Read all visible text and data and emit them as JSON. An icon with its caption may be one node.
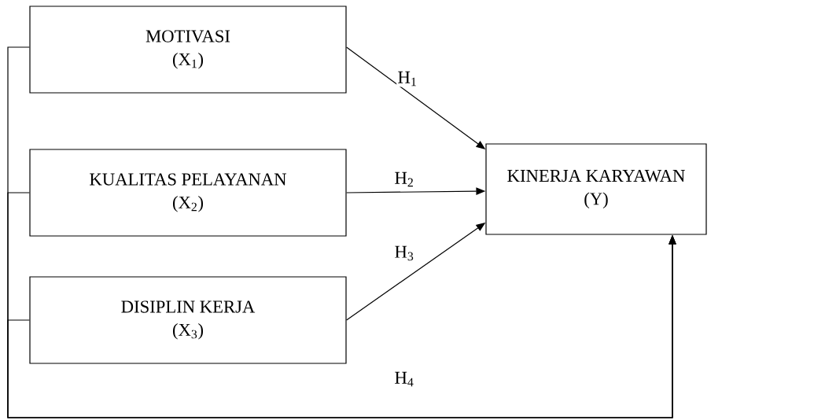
{
  "diagram": {
    "nodes": [
      {
        "text": [
          "MOTIVASI",
          "(X$_{1}$)"
        ]
      },
      {
        "text": [
          "KUALITAS PELAYANAN",
          "(X$_{2}$)"
        ]
      },
      {
        "text": [
          "DISIPLIN KERJA",
          "(X$_{3}$)"
        ]
      },
      {
        "text": [
          "KINERJA KARYAWAN",
          "(Y)"
        ]
      }
    ],
    "edges": [
      {
        "from": 0,
        "to": 3,
        "arrow": "to",
        "label": "H$_{1}$"
      },
      {
        "from": 1,
        "to": 3,
        "arrow": "to",
        "label": "H$_{2}$"
      },
      {
        "from": 2,
        "to": 3,
        "arrow": "to",
        "label": "H$_{3}$"
      },
      {
        "from": 0,
        "to": 3,
        "arrow": "to",
        "label": "H$_{4}$"
      },
      {
        "from": 1,
        "to": 3,
        "arrow": "to"
      },
      {
        "from": 2,
        "to": 3,
        "arrow": "to"
      }
    ]
  }
}
